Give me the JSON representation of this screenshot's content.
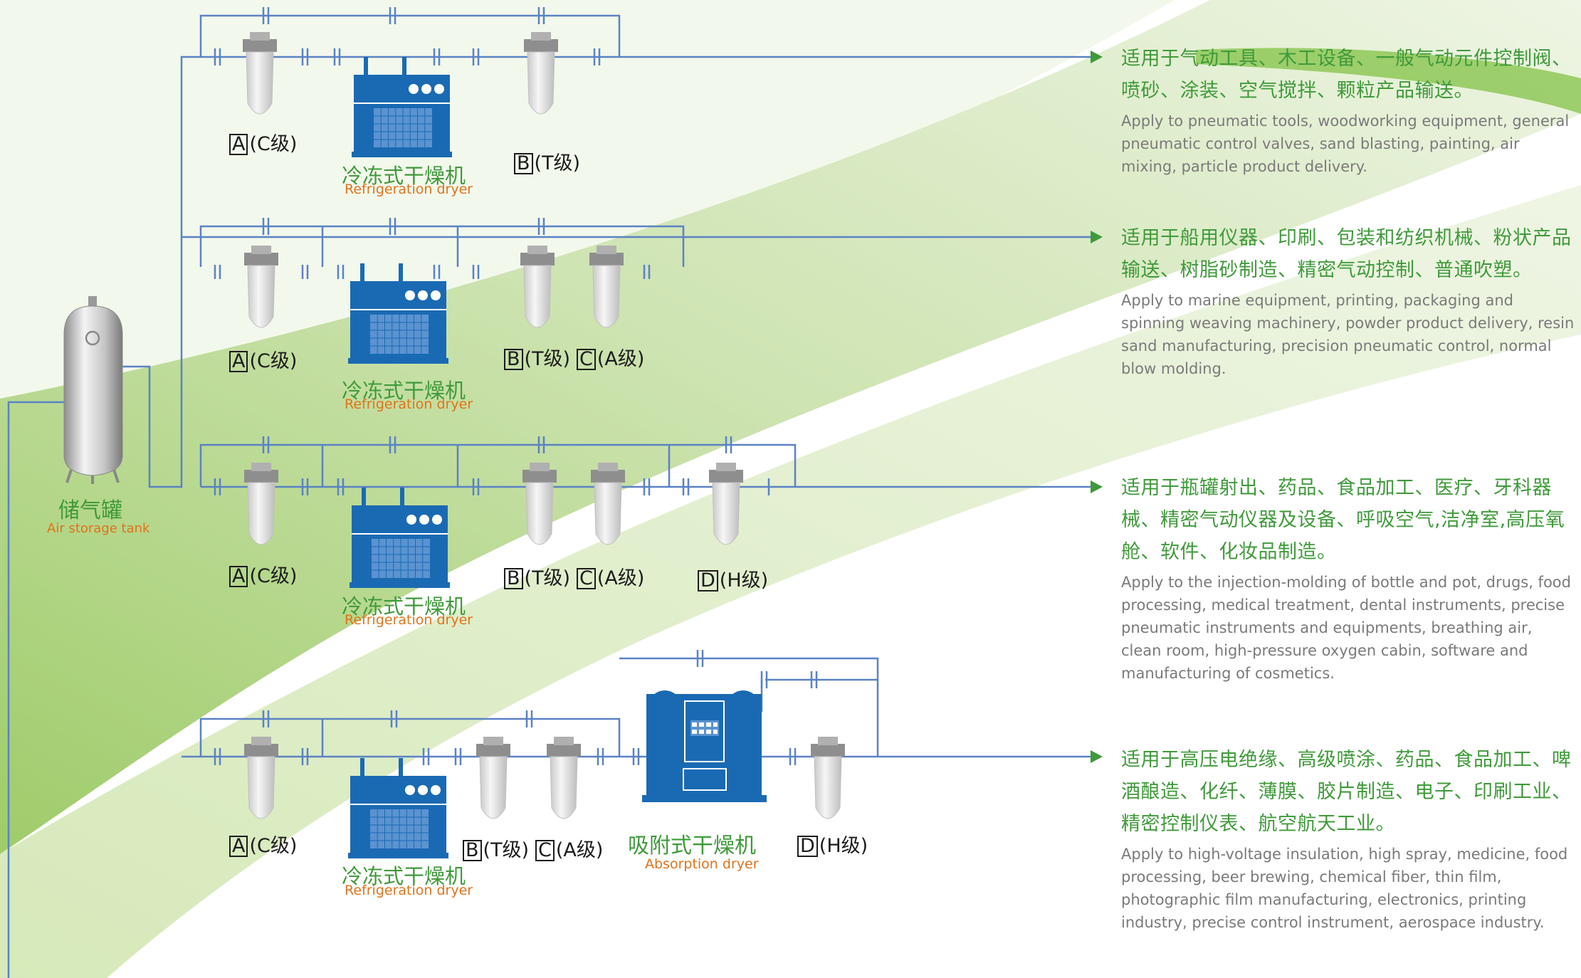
{
  "tank": {
    "cn": "储气罐",
    "en": "Air storage tank"
  },
  "refrigeration_dryer": {
    "cn": "冷冻式干燥机",
    "en": "Refrigeration dryer"
  },
  "absorption_dryer": {
    "cn": "吸附式干燥机",
    "en": "Absorption dryer"
  },
  "filters": {
    "a": {
      "letter": "A",
      "grade": "(C级)"
    },
    "b": {
      "letter": "B",
      "grade": "(T级)"
    },
    "c": {
      "letter": "C",
      "grade": "(A级)"
    },
    "d": {
      "letter": "D",
      "grade": "(H级)"
    }
  },
  "rows": [
    {
      "cn": "适用于气动工具、木工设备、一般气动元件控制阀、喷砂、涂装、空气搅拌、颗粒产品输送。",
      "en": "Apply to pneumatic tools, woodworking equipment, general  pneumatic control valves, sand blasting, painting, air mixing, particle product delivery."
    },
    {
      "cn": "适用于船用仪器、印刷、包装和纺织机械、粉状产品输送、树脂砂制造、精密气动控制、普通吹塑。",
      "en": "Apply to marine equipment, printing, packaging and spinning weaving machinery, powder product delivery, resin sand manufacturing, precision pneumatic control, normal blow molding."
    },
    {
      "cn": "适用于瓶罐射出、药品、食品加工、医疗、牙科器械、精密气动仪器及设备、呼吸空气,洁净室,高压氧舱、软件、化妆品制造。",
      "en": "Apply to the injection-molding of bottle and pot, drugs, food processing, medical treatment, dental instruments, precise pneumatic instruments and equipments, breathing air, clean room, high-pressure oxygen cabin, software and manufacturing of cosmetics."
    },
    {
      "cn": "适用于高压电绝缘、高级喷涂、药品、食品加工、啤酒酿造、化纤、薄膜、胶片制造、电子、印刷工业、精密控制仪表、航空航天工业。",
      "en": "Apply to high-voltage insulation, high spray, medicine, food processing, beer brewing, chemical fiber, thin film, photographic film manufacturing, electronics, printing industry, precise control instrument, aerospace industry."
    }
  ],
  "colors": {
    "pipe": "#5b82c4",
    "dryer": "#1a6ab3",
    "green": "#3f9a3a",
    "orange": "#e0731a",
    "text_gray": "#7a7a7a"
  }
}
